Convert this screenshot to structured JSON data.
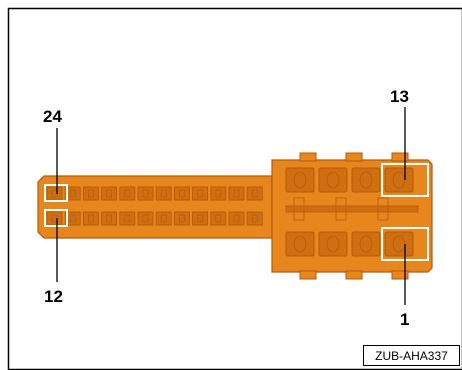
{
  "colors": {
    "connector_body": "#e8861e",
    "connector_dark": "#b35a08",
    "pin_slot": "#cf6f12",
    "callout_box": "#ffffff",
    "line": "#000000"
  },
  "pin_labels": {
    "top_left": "24",
    "bottom_left": "12",
    "top_right": "13",
    "bottom_right": "1"
  },
  "reference_code": "ZUB-AHA337",
  "icons": {
    "connector": "pin-connector-icon"
  }
}
